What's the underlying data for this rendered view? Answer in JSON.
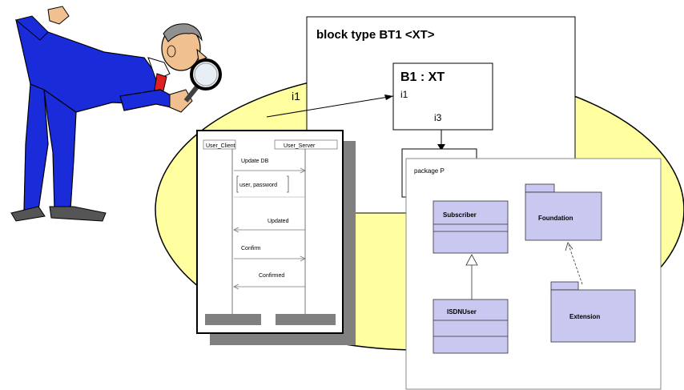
{
  "colors": {
    "ellipse_fill": "#ffffa0",
    "uml_fill": "#c8c8f0",
    "suit_blue": "#1a2bd9",
    "tie_red": "#e02020",
    "lifeline_bar": "#808080"
  },
  "block": {
    "title": "block type BT1 <XT>",
    "instance_name": "B1 : XT",
    "instance_port_in": "i1",
    "outer_port": "i1",
    "instance_port_out": "i3"
  },
  "sequence": {
    "lifeline_left": "User_Client",
    "lifeline_right": "User_Server",
    "messages": [
      "Update DB",
      "user, password",
      "Updated",
      "Confirm",
      "Confirmed"
    ]
  },
  "package": {
    "title": "package P",
    "classes": [
      "Subscriber",
      "ISDNUser"
    ],
    "packages": [
      "Foundation",
      "Extension"
    ]
  },
  "illustration": {
    "subject": "man-with-magnifying-glass"
  }
}
